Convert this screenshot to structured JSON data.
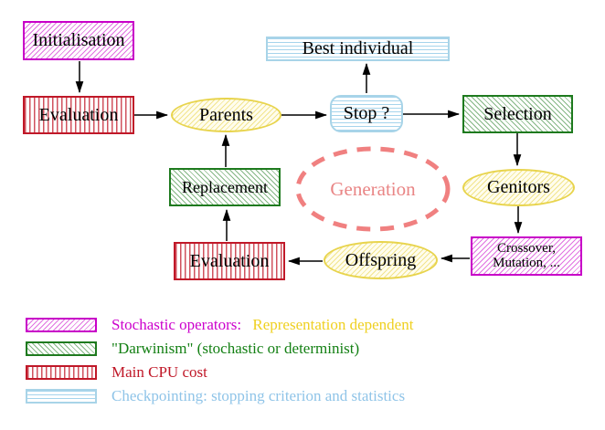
{
  "nodes": {
    "initialisation": "Initialisation",
    "evaluation_top": "Evaluation",
    "best_individual": "Best individual",
    "parents": "Parents",
    "stop": "Stop ?",
    "selection": "Selection",
    "replacement": "Replacement",
    "generation": "Generation",
    "genitors": "Genitors",
    "crossover_line1": "Crossover,",
    "crossover_line2": "Mutation, ...",
    "offspring": "Offspring",
    "evaluation_bottom": "Evaluation"
  },
  "legend": {
    "stochastic_label": "Stochastic operators:",
    "stochastic_suffix": "Representation dependent",
    "darwinism_label": "\"Darwinism\" (stochastic or determinist)",
    "cpu_label": "Main CPU cost",
    "checkpoint_label": "Checkpointing: stopping criterion and statistics"
  },
  "colors": {
    "magenta": "#C800C8",
    "green": "#1E7A1E",
    "red": "#C01828",
    "cyan_border": "#A8D4E8",
    "cyan_text": "#8FC4E8",
    "yellow": "#E8D44D",
    "yellow_text": "#EFD020",
    "salmon": "#F08080",
    "arrow": "#000000"
  }
}
